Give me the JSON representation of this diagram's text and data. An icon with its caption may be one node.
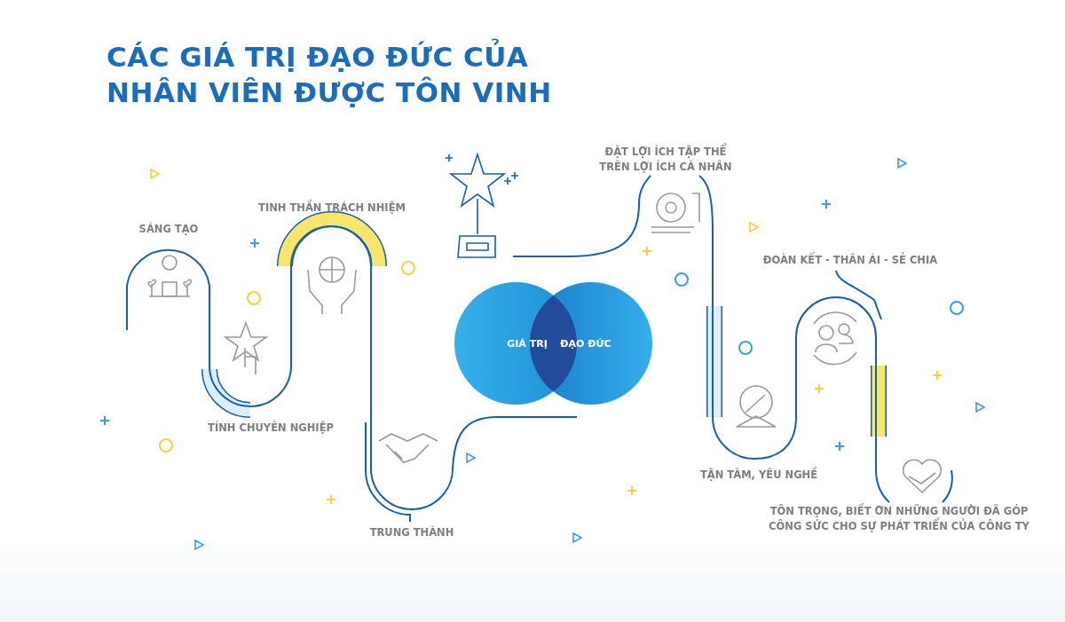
{
  "diagram": {
    "title": "CÁC GIÁ TRỊ ĐẠO ĐỨC CỦA NHÂN VIÊN ĐƯỢC TÔN VINH",
    "labels": [
      "SÁNG TẠO",
      "TINH THẦN TRÁCH NHIỆM",
      "TÍNH CHUYÊN NGHIỆP",
      "TRUNG THÀNH",
      "ĐẶT LỢI ÍCH TẬP THỂ TRÊN LỢI ÍCH CÁ NHÂN",
      "ĐOÀN KẾT - THÂN ÁI - SẺ CHIA",
      "TẬN TÂM, YÊU NGHỀ",
      "TÔN TRỌNG, BIẾT ƠN NHỮNG NGƯỜI ĐÃ GÓP CÔNG SỨC CHO SỰ PHÁT TRIỂN CỦA CÔNG TY",
      "GIÁ TRỊ",
      "ĐẠO ĐỨC"
    ]
  }
}
